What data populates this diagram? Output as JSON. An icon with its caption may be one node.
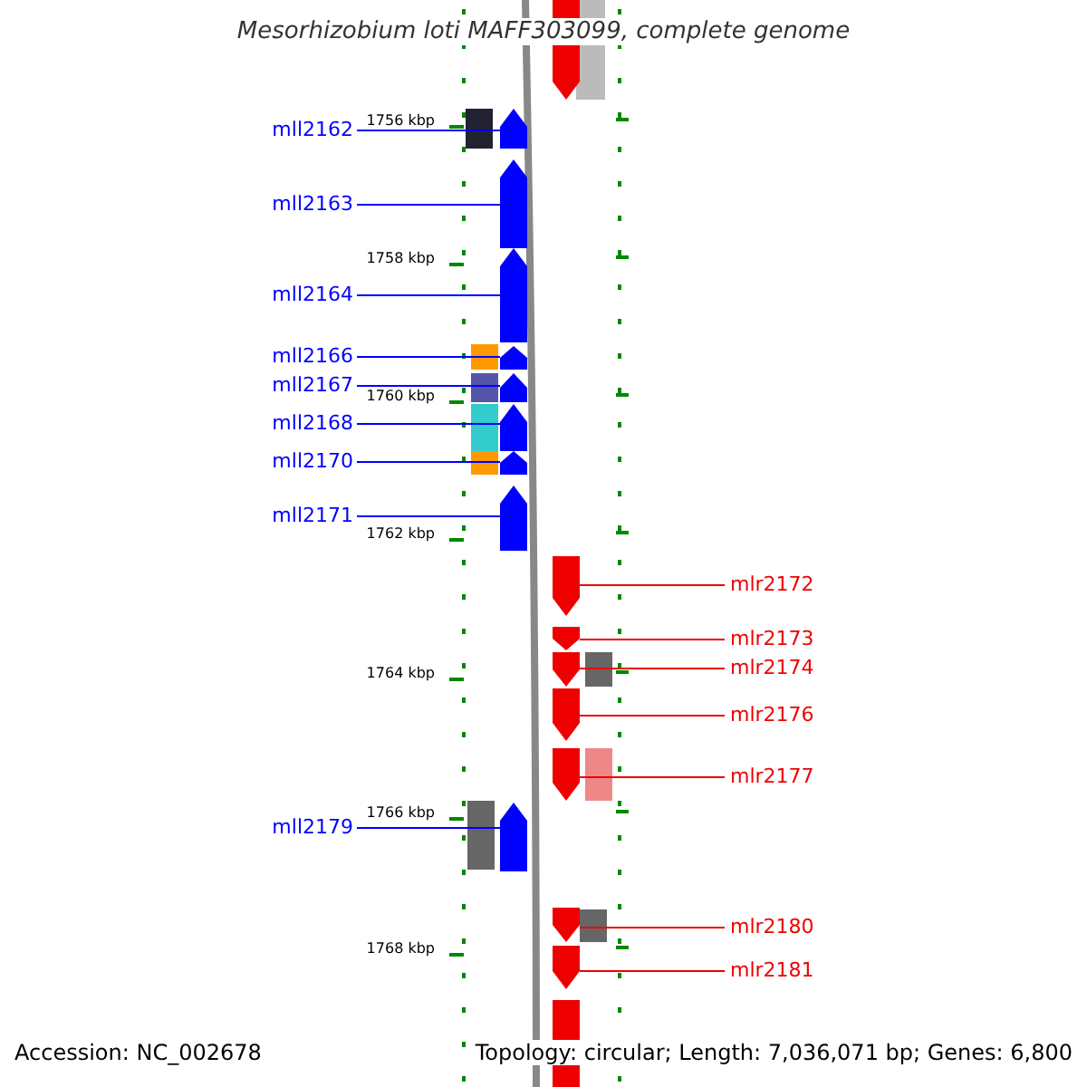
{
  "diagram": {
    "title": "Mesorhizobium loti MAFF303099, complete genome",
    "nodes": [
      {
        "text": [
          "mll2162"
        ]
      },
      {
        "text": [],
        "shape": "arrow"
      },
      {
        "text": [
          "mll2163"
        ]
      },
      {
        "text": [],
        "shape": "arrow"
      },
      {
        "text": [
          "mll2164"
        ]
      },
      {
        "text": [],
        "shape": "arrow"
      },
      {
        "text": [
          "mll2166"
        ]
      },
      {
        "text": [],
        "shape": "arrow"
      },
      {
        "text": [
          "mll2167"
        ]
      },
      {
        "text": [],
        "shape": "arrow"
      },
      {
        "text": [
          "mll2168"
        ]
      },
      {
        "text": [],
        "shape": "arrow"
      },
      {
        "text": [
          "mll2170"
        ]
      },
      {
        "text": [],
        "shape": "arrow"
      },
      {
        "text": [
          "mll2171"
        ]
      },
      {
        "text": [],
        "shape": "arrow"
      },
      {
        "text": [
          "mlr2172"
        ]
      },
      {
        "text": [],
        "shape": "arrow"
      },
      {
        "text": [
          "mlr2173"
        ]
      },
      {
        "text": [],
        "shape": "arrow"
      },
      {
        "text": [
          "mlr2174"
        ]
      },
      {
        "text": [],
        "shape": "arrow"
      },
      {
        "text": [
          "mlr2176"
        ]
      },
      {
        "text": [],
        "shape": "arrow"
      },
      {
        "text": [
          "mlr2177"
        ]
      },
      {
        "text": [],
        "shape": "arrow"
      },
      {
        "text": [
          "mll2179"
        ]
      },
      {
        "text": [],
        "shape": "arrow"
      },
      {
        "text": [
          "mlr2180"
        ]
      },
      {
        "text": [],
        "shape": "arrow"
      },
      {
        "text": [
          "mlr2181"
        ]
      },
      {
        "text": [],
        "shape": "arrow"
      },
      {
        "text": [],
        "shape": "arrow"
      },
      {
        "text": [],
        "shape": "arrow"
      }
    ],
    "edges": [
      {
        "from": 0,
        "to": 1,
        "arrow": "none"
      },
      {
        "from": 2,
        "to": 3,
        "arrow": "none"
      },
      {
        "from": 4,
        "to": 5,
        "arrow": "none"
      },
      {
        "from": 6,
        "to": 7,
        "arrow": "none"
      },
      {
        "from": 8,
        "to": 9,
        "arrow": "none"
      },
      {
        "from": 10,
        "to": 11,
        "arrow": "none"
      },
      {
        "from": 12,
        "to": 13,
        "arrow": "none"
      },
      {
        "from": 14,
        "to": 15,
        "arrow": "none"
      },
      {
        "from": 16,
        "to": 17,
        "arrow": "none",
        "color": "#ee0000"
      },
      {
        "from": 18,
        "to": 19,
        "arrow": "none",
        "color": "#ee0000"
      },
      {
        "from": 20,
        "to": 21,
        "arrow": "none",
        "color": "#ee0000"
      },
      {
        "from": 22,
        "to": 23,
        "arrow": "none",
        "color": "#ee0000"
      },
      {
        "from": 24,
        "to": 25,
        "arrow": "none",
        "color": "#ee0000"
      },
      {
        "from": 26,
        "to": 27,
        "arrow": "none"
      },
      {
        "from": 28,
        "to": 29,
        "arrow": "none",
        "color": "#ee0000"
      },
      {
        "from": 30,
        "to": 31,
        "arrow": "none",
        "color": "#ee0000"
      }
    ],
    "labels": [
      "1756 kbp",
      "1758 kbp",
      "1760 kbp",
      "1762 kbp",
      "1764 kbp",
      "1766 kbp",
      "1768 kbp",
      "Accession: NC_002678",
      "Topology: circular; Length: 7,036,071 bp; Genes: 6,800"
    ]
  }
}
